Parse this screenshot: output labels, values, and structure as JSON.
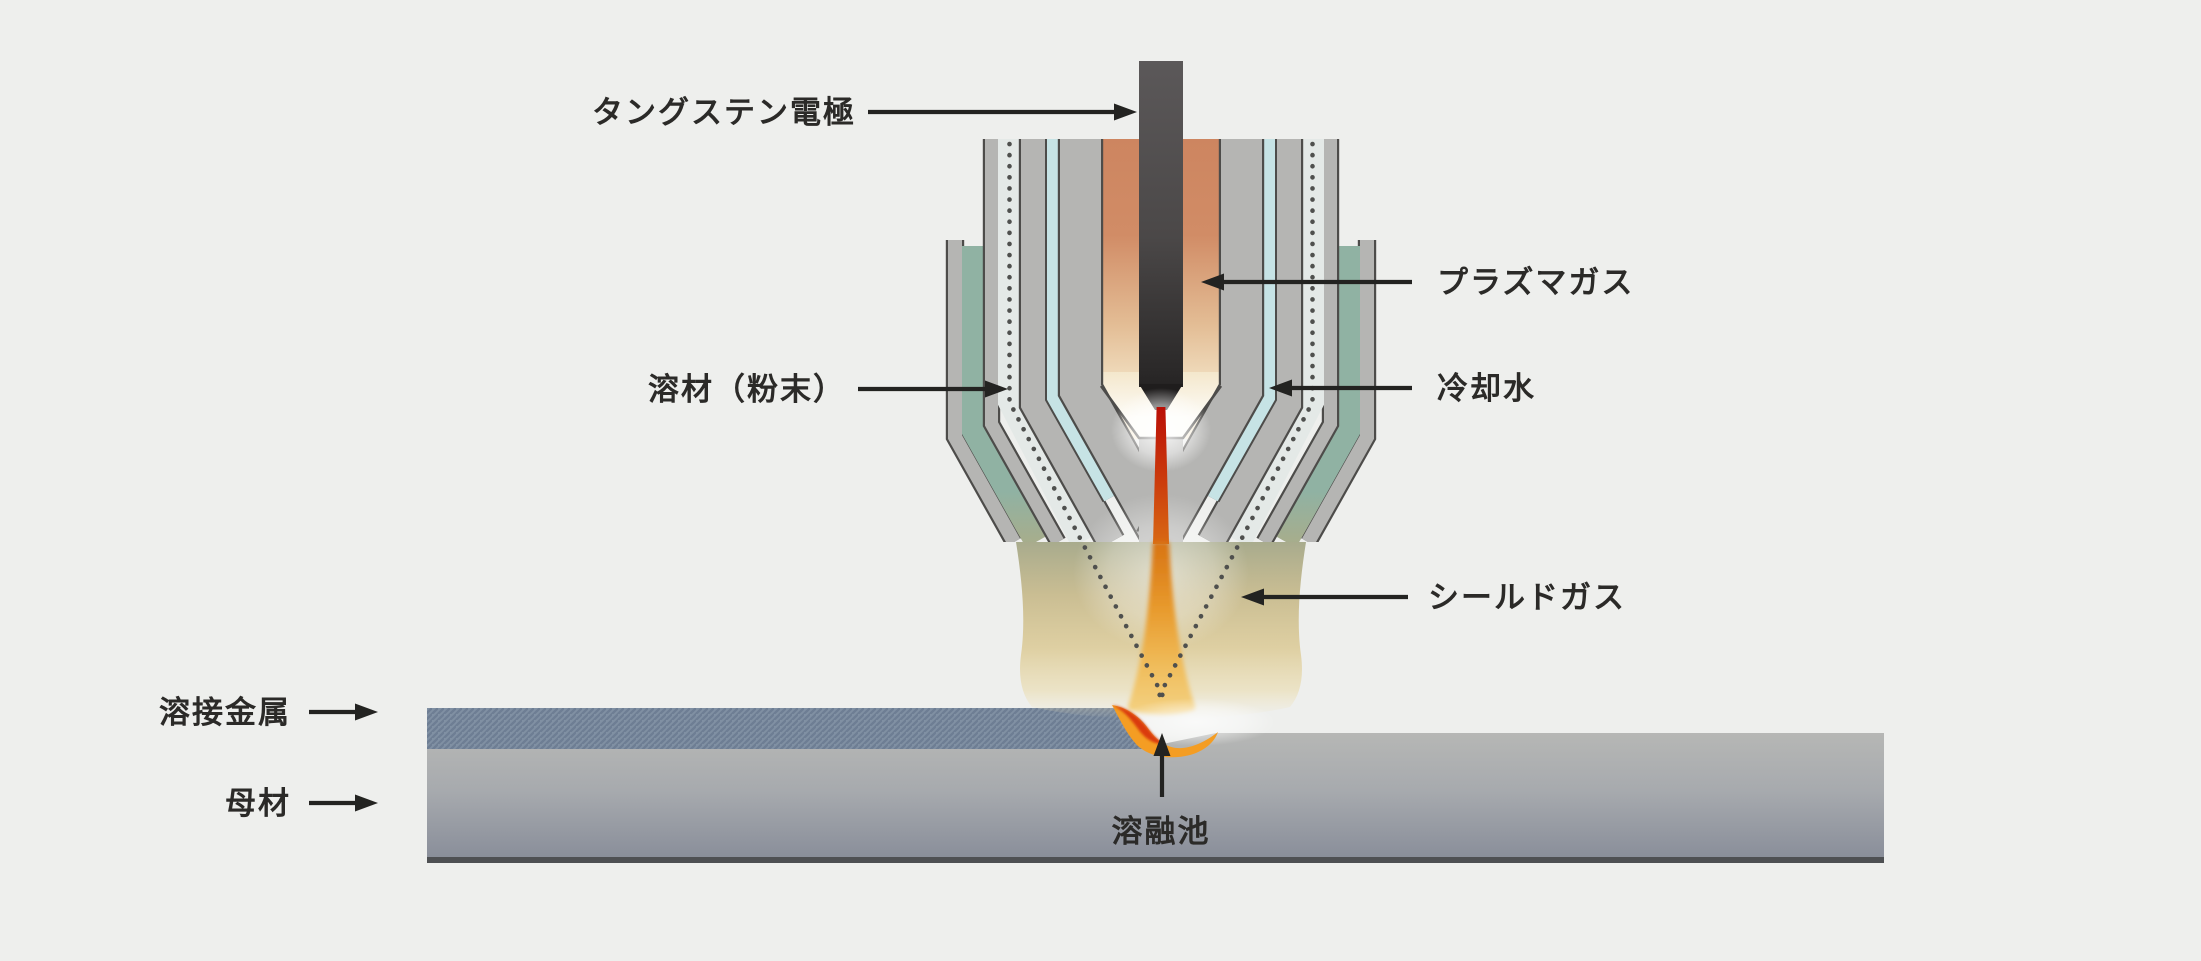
{
  "diagram": {
    "type": "plasma-powder-welding-torch-cross-section",
    "labels": {
      "tungsten_electrode": "タングステン電極",
      "plasma_gas": "プラズマガス",
      "filler_powder": "溶材（粉末）",
      "cooling_water": "冷却水",
      "shield_gas": "シールドガス",
      "weld_metal": "溶接金属",
      "base_metal": "母材",
      "molten_pool": "溶融池"
    },
    "colors": {
      "background": "#eeefed",
      "torch_body_gray": "#b5b5b3",
      "outline_dark": "#4d4c4a",
      "plasma_gas_orange": "#cd8560",
      "electrode_dark": "#4a4747",
      "cooling_water_blue": "#c6e3e5",
      "shield_gas_green": "#90b2a3",
      "powder_channel_bg": "#e4e9e7",
      "powder_dots": "#4f504e",
      "arc_red": "#c01408",
      "flame_orange": "#eba738",
      "shield_flow_tan": "#d6c795",
      "weld_metal_blue_gray": "#8090a3",
      "base_metal_gray_top": "#b6b7b5",
      "base_metal_gray_bottom": "#888d99",
      "molten_pool_orange": "#f49d23",
      "molten_pool_red": "#da3a0c",
      "label_text": "#2b2a28",
      "arrow_black": "#232321"
    }
  }
}
